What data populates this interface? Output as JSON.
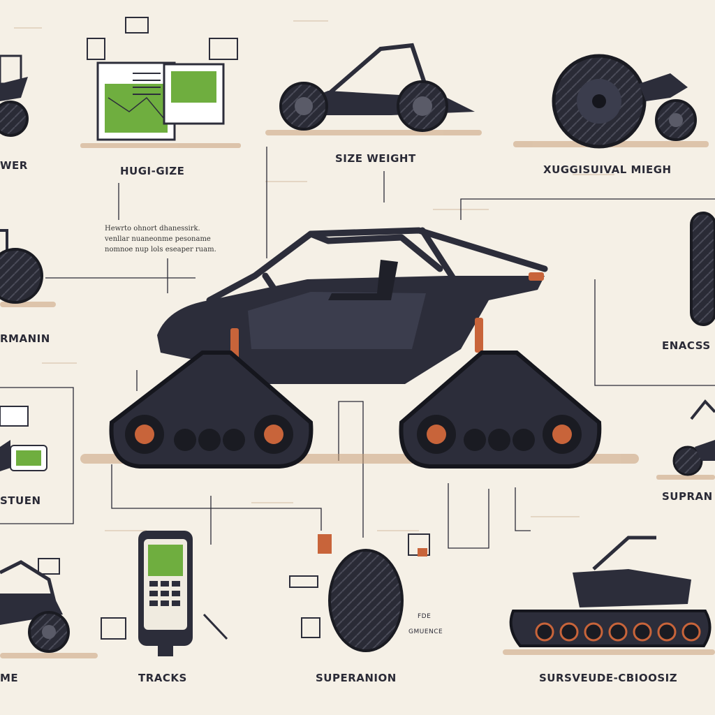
{
  "labels": {
    "wer": "WER",
    "hugi_gize": "HUGI-GIZE",
    "size_weight": "SIZE WEIGHT",
    "xugisuival_miegh": "XUGGISUIVAL MIEGH",
    "rmanin": "RMANIN",
    "enacss": "ENACSS",
    "stuen": "STUEN",
    "supran": "SUPRAN",
    "me": "ME",
    "tracks": "TRACKS",
    "superanion": "SUPERANION",
    "sursveude": "SURSVEUDE-CBIOOSIZ"
  },
  "description": [
    "Hewrto ohnort dhanessirk.",
    "venllar nuaneonme pesoname",
    "nomnoe nup lols eseaper ruam."
  ],
  "small_text": {
    "fde": "FDE",
    "gmuence": "GMUENCE"
  },
  "colors": {
    "background": "#f5f0e6",
    "vehicle": "#2c2d3a",
    "accent_orange": "#c8643a",
    "ground": "#c9a07a",
    "screen_green": "#6fae3f"
  }
}
